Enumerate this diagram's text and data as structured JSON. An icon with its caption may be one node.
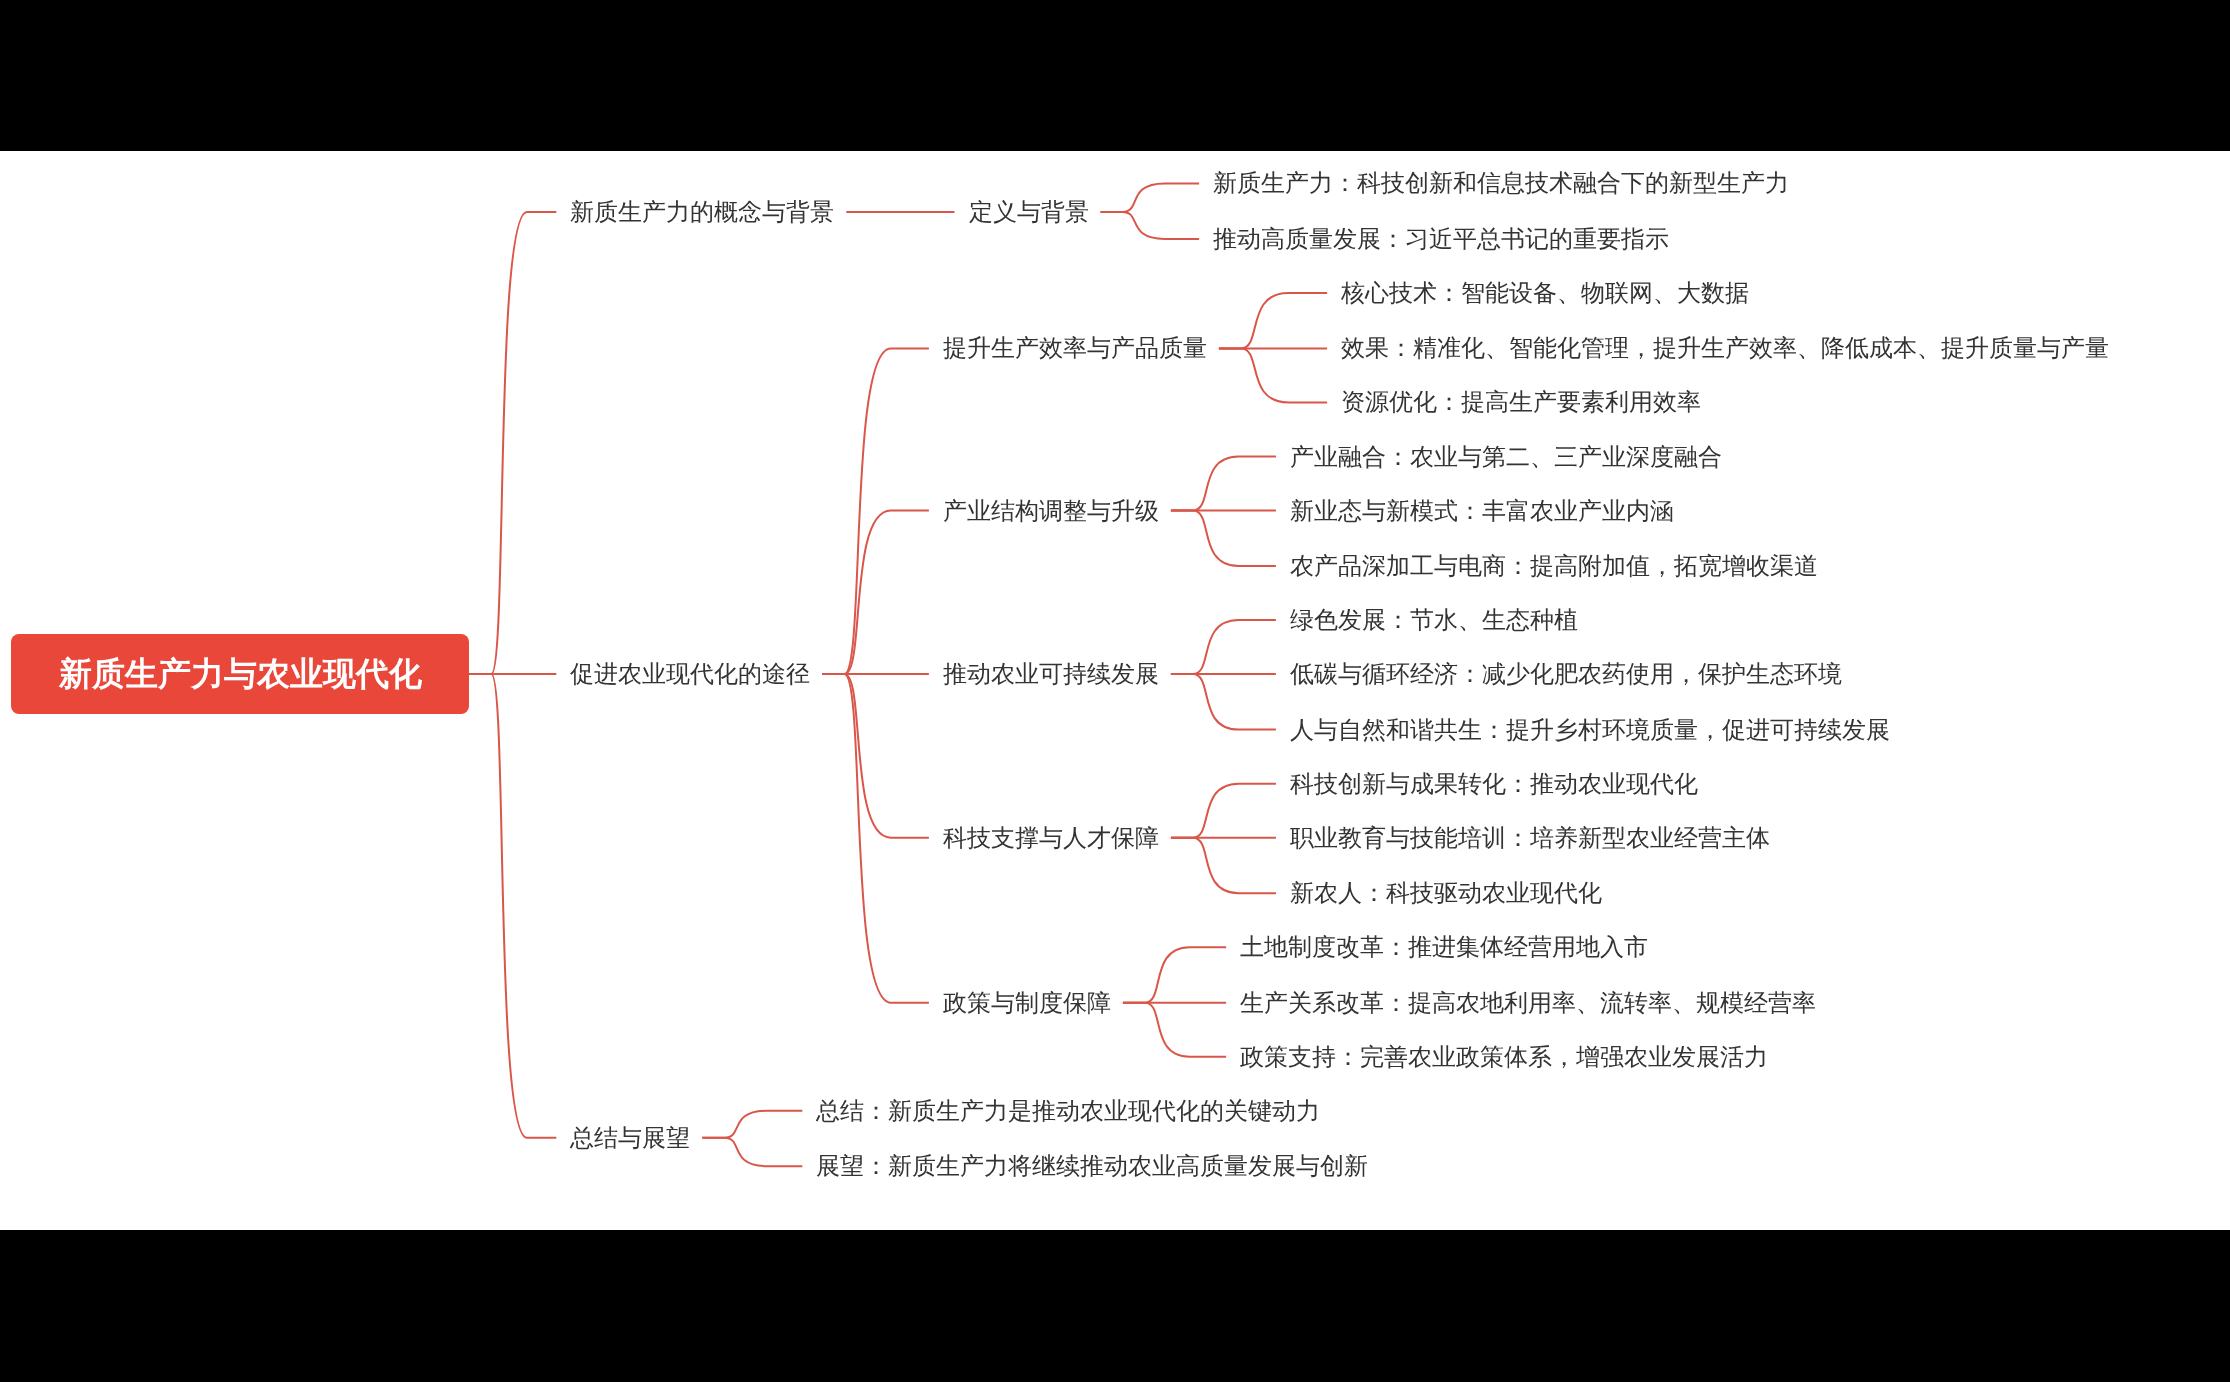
{
  "diagram": {
    "nodes": [
      {
        "text": [
          "新质生产力与农业现代化"
        ]
      },
      {
        "text": [
          "新质生产力的概念与背景"
        ]
      },
      {
        "text": [
          "定义与背景"
        ]
      },
      {
        "text": [
          "新质生产力：科技创新和信息技术融合下的新型生产力"
        ]
      },
      {
        "text": [
          "推动高质量发展：习近平总书记的重要指示"
        ]
      },
      {
        "text": [
          "促进农业现代化的途径"
        ]
      },
      {
        "text": [
          "提升生产效率与产品质量"
        ]
      },
      {
        "text": [
          "核心技术：智能设备、物联网、大数据"
        ]
      },
      {
        "text": [
          "效果：精准化、智能化管理，提升生产效率、降低成本、提升质量与产量"
        ]
      },
      {
        "text": [
          "资源优化：提高生产要素利用效率"
        ]
      },
      {
        "text": [
          "产业结构调整与升级"
        ]
      },
      {
        "text": [
          "产业融合：农业与第二、三产业深度融合"
        ]
      },
      {
        "text": [
          "新业态与新模式：丰富农业产业内涵"
        ]
      },
      {
        "text": [
          "农产品深加工与电商：提高附加值，拓宽增收渠道"
        ]
      },
      {
        "text": [
          "推动农业可持续发展"
        ]
      },
      {
        "text": [
          "绿色发展：节水、生态种植"
        ]
      },
      {
        "text": [
          "低碳与循环经济：减少化肥农药使用，保护生态环境"
        ]
      },
      {
        "text": [
          "人与自然和谐共生：提升乡村环境质量，促进可持续发展"
        ]
      },
      {
        "text": [
          "科技支撑与人才保障"
        ]
      },
      {
        "text": [
          "科技创新与成果转化：推动农业现代化"
        ]
      },
      {
        "text": [
          "职业教育与技能培训：培养新型农业经营主体"
        ]
      },
      {
        "text": [
          "新农人：科技驱动农业现代化"
        ]
      },
      {
        "text": [
          "政策与制度保障"
        ]
      },
      {
        "text": [
          "土地制度改革：推进集体经营用地入市"
        ]
      },
      {
        "text": [
          "生产关系改革：提高农地利用率、流转率、规模经营率"
        ]
      },
      {
        "text": [
          "政策支持：完善农业政策体系，增强农业发展活力"
        ]
      },
      {
        "text": [
          "总结与展望"
        ]
      },
      {
        "text": [
          "总结：新质生产力是推动农业现代化的关键动力"
        ]
      },
      {
        "text": [
          "展望：新质生产力将继续推动农业高质量发展与创新"
        ]
      }
    ],
    "edges": [
      {
        "from": 0,
        "to": 1,
        "arrow": "none"
      },
      {
        "from": 0,
        "to": 5,
        "arrow": "none"
      },
      {
        "from": 0,
        "to": 26,
        "arrow": "none"
      },
      {
        "from": 1,
        "to": 2,
        "arrow": "none"
      },
      {
        "from": 2,
        "to": 3,
        "arrow": "none"
      },
      {
        "from": 2,
        "to": 4,
        "arrow": "none"
      },
      {
        "from": 5,
        "to": 6,
        "arrow": "none"
      },
      {
        "from": 5,
        "to": 10,
        "arrow": "none"
      },
      {
        "from": 5,
        "to": 14,
        "arrow": "none"
      },
      {
        "from": 5,
        "to": 18,
        "arrow": "none"
      },
      {
        "from": 5,
        "to": 22,
        "arrow": "none"
      },
      {
        "from": 6,
        "to": 7,
        "arrow": "none"
      },
      {
        "from": 6,
        "to": 8,
        "arrow": "none"
      },
      {
        "from": 6,
        "to": 9,
        "arrow": "none"
      },
      {
        "from": 10,
        "to": 11,
        "arrow": "none"
      },
      {
        "from": 10,
        "to": 12,
        "arrow": "none"
      },
      {
        "from": 10,
        "to": 13,
        "arrow": "none"
      },
      {
        "from": 14,
        "to": 15,
        "arrow": "none"
      },
      {
        "from": 14,
        "to": 16,
        "arrow": "none"
      },
      {
        "from": 14,
        "to": 17,
        "arrow": "none"
      },
      {
        "from": 18,
        "to": 19,
        "arrow": "none"
      },
      {
        "from": 18,
        "to": 20,
        "arrow": "none"
      },
      {
        "from": 18,
        "to": 21,
        "arrow": "none"
      },
      {
        "from": 22,
        "to": 23,
        "arrow": "none"
      },
      {
        "from": 22,
        "to": 24,
        "arrow": "none"
      },
      {
        "from": 22,
        "to": 25,
        "arrow": "none"
      },
      {
        "from": 26,
        "to": 27,
        "arrow": "none"
      },
      {
        "from": 26,
        "to": 28,
        "arrow": "none"
      }
    ]
  }
}
